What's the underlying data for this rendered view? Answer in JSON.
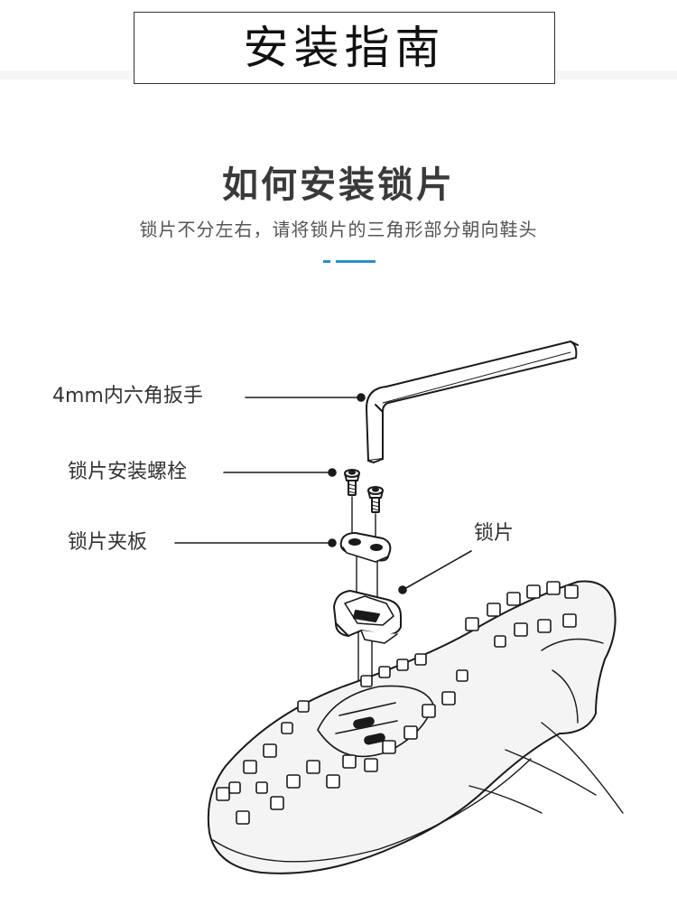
{
  "header": {
    "title": "安装指南"
  },
  "section": {
    "title": "如何安装锁片",
    "subtitle": "锁片不分左右，请将锁片的三角形部分朝向鞋头"
  },
  "labels": {
    "hex_wrench": "4mm内六角扳手",
    "bolt": "锁片安装螺栓",
    "clamp_plate": "锁片夹板",
    "cleat": "锁片"
  },
  "colors": {
    "accent": "#2d8fc9",
    "line": "#1a1a1a",
    "sole_fill": "#f4f4f4"
  }
}
